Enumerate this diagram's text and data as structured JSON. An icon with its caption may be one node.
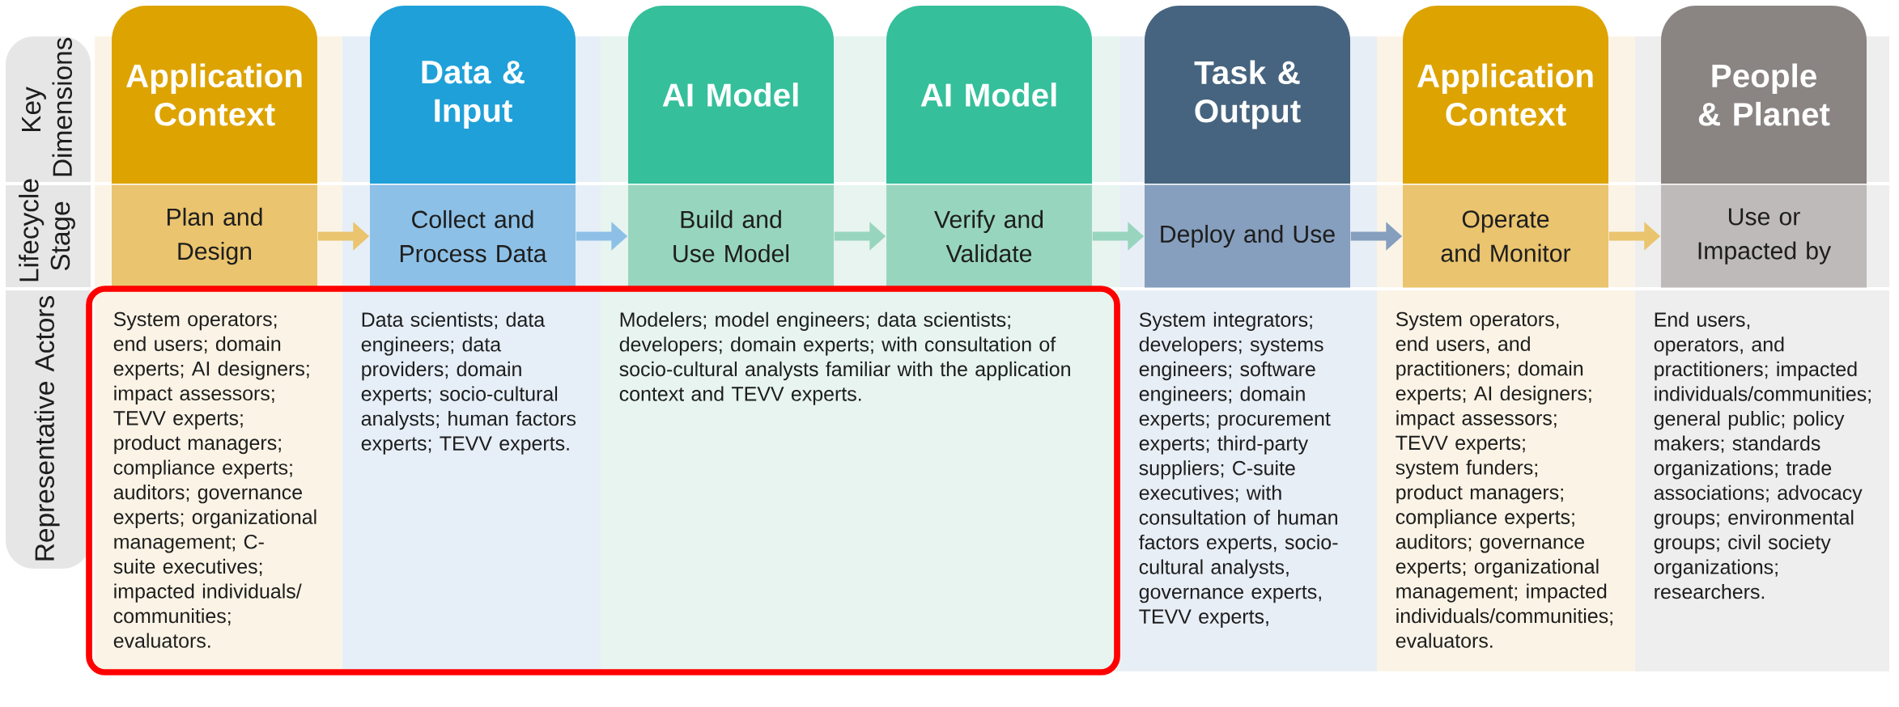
{
  "diagram": {
    "nodes": [
      {
        "text": [
          "Application Context"
        ]
      },
      {
        "text": [
          "Data & Input"
        ]
      },
      {
        "text": [
          "AI Model"
        ]
      },
      {
        "text": [
          "AI Model"
        ]
      },
      {
        "text": [
          "Task & Output"
        ]
      },
      {
        "text": [
          "Application Context"
        ]
      },
      {
        "text": [
          "People & Planet"
        ]
      },
      {
        "text": [
          "Plan and Design"
        ]
      },
      {
        "text": [
          "Collect and Process Data"
        ]
      },
      {
        "text": [
          "Build and Use Model"
        ]
      },
      {
        "text": [
          "Verify and Validate"
        ]
      },
      {
        "text": [
          "Deploy and Use"
        ]
      },
      {
        "text": [
          "Operate and Monitor"
        ]
      },
      {
        "text": [
          "Use or Impacted by"
        ]
      },
      {
        "text": [
          "System operators; end users; domain experts; AI designers; impact assessors; TEVV experts; product managers; compliance experts; auditors; governance experts; organizational management; C-suite executives; impacted individuals/ communities; evaluators."
        ]
      },
      {
        "text": [
          "Data scientists; data engineers; data providers; domain experts; socio-cultural analysts; human factors experts; TEVV experts."
        ]
      },
      {
        "text": [
          "Modelers; model engineers; data scientists; developers; domain experts; with consultation of socio-cultural analysts familiar with the application context and TEVV experts."
        ]
      },
      {
        "text": [
          "System integrators; developers; systems engineers; software engineers; domain experts; procurement experts; third-party suppliers; C-suite executives; with consultation of human factors experts, socio-cultural analysts, governance experts, TEVV experts,"
        ]
      },
      {
        "text": [
          "System operators, end users, and practitioners; domain experts; AI designers; impact assessors; TEVV experts; system funders; product managers; compliance experts; auditors; governance experts; organizational management; impacted individuals/communities; evaluators."
        ]
      },
      {
        "text": [
          "End users, operators, and practitioners; impacted individuals/communities; general public; policy makers; standards organizations; trade associations; advocacy groups; environmental groups; civil society organizations; researchers."
        ]
      }
    ],
    "edges": [
      {
        "from": 7,
        "to": 8,
        "arrow": "to",
        "color": "#eac46e"
      },
      {
        "from": 8,
        "to": 9,
        "arrow": "to",
        "color": "#8dc0e6"
      },
      {
        "from": 9,
        "to": 10,
        "arrow": "to",
        "color": "#98d5bf"
      },
      {
        "from": 10,
        "to": 11,
        "arrow": "to",
        "color": "#98d5bf"
      },
      {
        "from": 11,
        "to": 12,
        "arrow": "to",
        "color": "#869fbe"
      },
      {
        "from": 12,
        "to": 13,
        "arrow": "to",
        "color": "#eac46e"
      }
    ],
    "labels": [
      "Key Dimensions",
      "Lifecycle Stage",
      "Representative Actors"
    ]
  }
}
